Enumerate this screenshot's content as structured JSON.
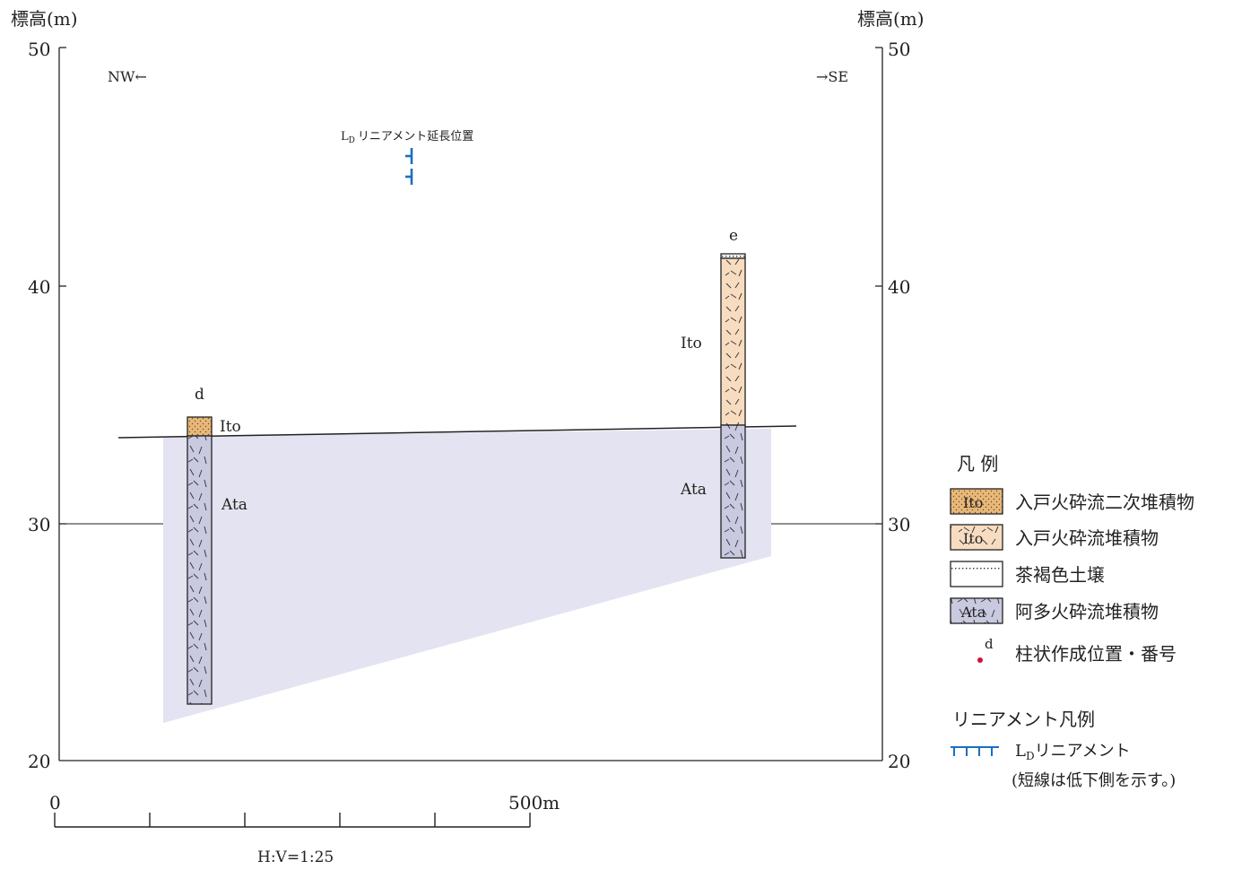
{
  "axis": {
    "left_title": "標高(m)",
    "right_title": "標高(m)",
    "ticks": [
      "50",
      "40",
      "30",
      "20"
    ]
  },
  "direction": {
    "left": "NW←",
    "right": "→SE"
  },
  "lineament": {
    "label_prefix": "L",
    "label_sub": "D",
    "label_suffix": "リニアメント延長位置"
  },
  "boreholes": [
    {
      "id": "d",
      "upper_unit": "Ito",
      "lower_unit": "Ata",
      "top_elev_m": 34.5,
      "boundary_elev_m": 33.7,
      "bottom_elev_m": 22.3
    },
    {
      "id": "e",
      "upper_unit": "Ito",
      "lower_unit": "Ata",
      "top_elev_m": 41.3,
      "soil_bottom_elev_m": 41.1,
      "boundary_elev_m": 34.1,
      "bottom_elev_m": 28.5
    }
  ],
  "scale_bar": {
    "start": "0",
    "end": "500m",
    "ratio": "H:V=1:25"
  },
  "legend": {
    "title": "凡 例",
    "items": [
      {
        "swatch_text": "Ito",
        "label": "入戸火砕流二次堆積物",
        "color": "#e8b878"
      },
      {
        "swatch_text": "Ito",
        "label": "入戸火砕流堆積物",
        "color": "#f7dcc0"
      },
      {
        "swatch_text": "",
        "label": "茶褐色土壌",
        "color": "#ffffff"
      },
      {
        "swatch_text": "Ata",
        "label": "阿多火砕流堆積物",
        "color": "#c9c9df"
      },
      {
        "swatch_text": "d",
        "label": "柱状作成位置・番号",
        "color": "#d0103a"
      }
    ],
    "lineament_title": "リニアメント凡例",
    "lineament_label_prefix": "L",
    "lineament_label_sub": "D",
    "lineament_label_suffix": "リニアメント",
    "lineament_note": "(短線は低下側を示す。)",
    "lineament_color": "#1a6fc0"
  }
}
